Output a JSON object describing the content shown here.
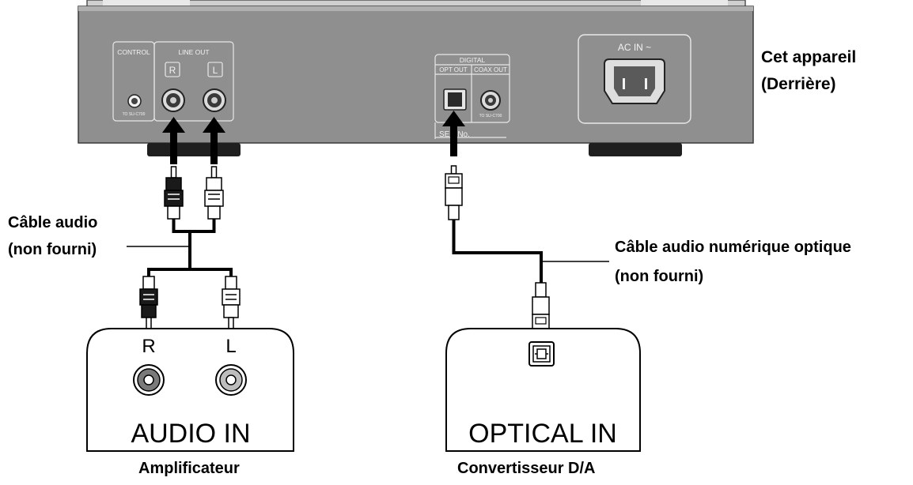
{
  "device": {
    "title_line1": "Cet appareil",
    "title_line2": "(Derrière)",
    "panel": {
      "control": "CONTROL",
      "line_out": "LINE OUT",
      "r_badge": "R",
      "l_badge": "L",
      "to_su": "TO SU-C700",
      "digital": "DIGITAL",
      "opt_out": "OPT OUT",
      "coax_out": "COAX OUT",
      "to_su_coax": "TO SU-C700",
      "serial": "SER No.",
      "ac_in": "AC IN ~"
    }
  },
  "cables": {
    "audio_line1": "Câble audio",
    "audio_line2": "(non fourni)",
    "optical_line1": "Câble audio numérique optique",
    "optical_line2": "(non fourni)"
  },
  "amplifier": {
    "r_label": "R",
    "l_label": "L",
    "input_label": "AUDIO IN",
    "name": "Amplificateur"
  },
  "converter": {
    "input_label": "OPTICAL IN",
    "name": "Convertisseur D/A"
  }
}
